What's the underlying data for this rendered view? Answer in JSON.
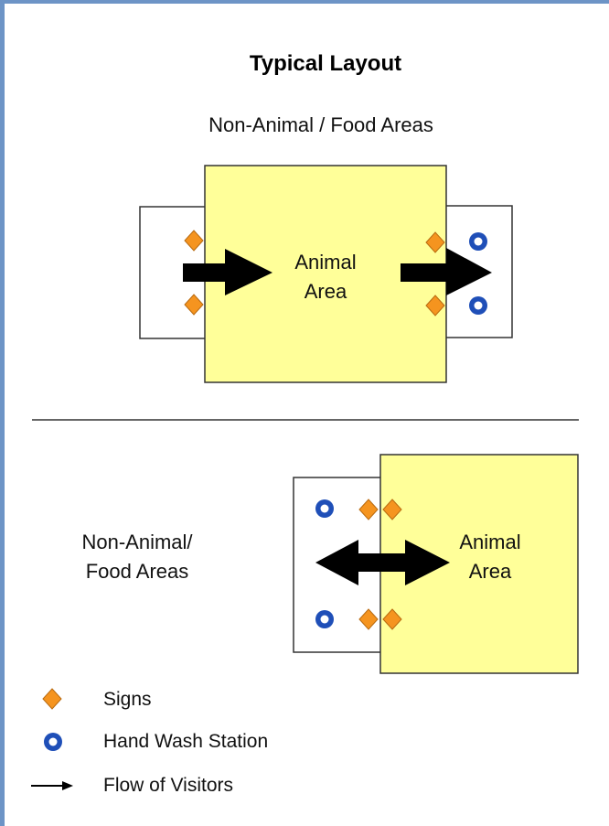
{
  "title": "Typical Layout",
  "top_layout": {
    "outer_label": "Non-Animal / Food Areas",
    "animal_area_lines": [
      "Animal",
      "Area"
    ]
  },
  "bottom_layout": {
    "outer_label_lines": [
      "Non-Animal/",
      "Food Areas"
    ],
    "animal_area_lines": [
      "Animal",
      "Area"
    ]
  },
  "legend": {
    "signs": "Signs",
    "hand_wash": "Hand Wash Station",
    "flow": "Flow of Visitors"
  },
  "colors": {
    "animal_area_fill": "#ffff99",
    "sign": "#f5941f",
    "hand_wash": "#1f4fb8",
    "frame": "#6d94c6"
  }
}
